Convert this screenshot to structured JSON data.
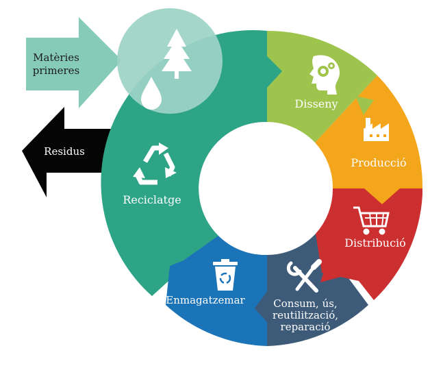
{
  "diagram": {
    "inputs": {
      "raw_materials": {
        "label_line1": "Matèries",
        "label_line2": "primeres"
      },
      "waste": {
        "label": "Residus"
      }
    },
    "stages": {
      "design": {
        "label": "Disseny",
        "icon": "head-gears-icon"
      },
      "production": {
        "label": "Producció",
        "icon": "factory-icon"
      },
      "distribution": {
        "label": "Distribució",
        "icon": "shopping-cart-icon"
      },
      "consumption": {
        "label_line1": "Consum, ús,",
        "label_line2": "reutilització,",
        "label_line3": "reparació",
        "icon": "tools-icon"
      },
      "storage": {
        "label": "Enmagatzemar",
        "icon": "recycle-bin-icon"
      },
      "recycling": {
        "label": "Reciclatge",
        "icon": "recycle-icon"
      }
    },
    "resource_circle": {
      "icons": [
        "tree-icon",
        "water-drop-icon"
      ]
    },
    "colors": {
      "raw_arrow": "#85cbb8",
      "waste_arrow": "#050505",
      "resource_circle": "#9dd3c5",
      "recycling": "#2ea487",
      "design": "#9ec44e",
      "production": "#f3a51c",
      "distribution": "#cc2f2f",
      "consumption": "#3d5b78",
      "storage": "#1c74b8"
    }
  }
}
